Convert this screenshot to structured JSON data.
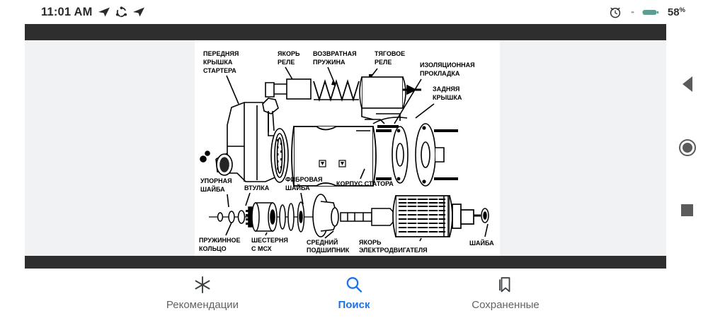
{
  "status_bar": {
    "time": "11:01 AM",
    "left_icons": [
      "send-icon",
      "share-nodes-icon",
      "send-icon"
    ],
    "alarm_icon": "alarm-clock-icon",
    "tiny_icon": "tiny-dot-icon",
    "battery_icon": "battery-icon",
    "battery_level": "58",
    "battery_sign": "%",
    "battery_color": "#5e9e92"
  },
  "app": {
    "background_color": "#f1f2f4",
    "bar_color": "#2e2e2e"
  },
  "diagram": {
    "title": "Starter motor exploded view",
    "labels": {
      "front_cover": "ПЕРЕДНЯЯ\nКРЫШКА\nСТАРТЕРА",
      "front_cover_l1": "ПЕРЕДНЯЯ",
      "front_cover_l2": "КРЫШКА",
      "front_cover_l3": "СТАРТЕРА",
      "relay_armature_l1": "ЯКОРЬ",
      "relay_armature_l2": "РЕЛЕ",
      "return_spring_l1": "ВОЗВРАТНАЯ",
      "return_spring_l2": "ПРУЖИНА",
      "traction_relay_l1": "ТЯГОВОЕ",
      "traction_relay_l2": "РЕЛЕ",
      "insulating_gasket_l1": "ИЗОЛЯЦИОННАЯ",
      "insulating_gasket_l2": "ПРОКЛАДКА",
      "rear_cover_l1": "ЗАДНЯЯ",
      "rear_cover_l2": "КРЫШКА",
      "thrust_washer_l1": "УПОРНАЯ",
      "thrust_washer_l2": "ШАЙБА",
      "bushing": "ВТУЛКА",
      "fiber_washer_l1": "ФИБРОВАЯ",
      "fiber_washer_l2": "ШАЙБА",
      "stator_housing": "КОРПУС СТАТОРА",
      "spring_ring_l1": "ПРУЖИННОЕ",
      "spring_ring_l2": "КОЛЬЦО",
      "gear_l1": "ШЕСТЕРНЯ",
      "gear_l2": "С МСХ",
      "middle_bearing_l1": "СРЕДНИЙ",
      "middle_bearing_l2": "ПОДШИПНИК",
      "motor_armature_l1": "ЯКОРЬ",
      "motor_armature_l2": "ЭЛЕКТРОДВИГАТЕЛЯ",
      "washer": "ШАЙБА"
    }
  },
  "bottom_nav": {
    "active_color": "#1a73e8",
    "inactive_color": "#5f6368",
    "items": [
      {
        "label": "Рекомендации",
        "icon": "asterisk-icon",
        "active": false
      },
      {
        "label": "Поиск",
        "icon": "search-icon",
        "active": true
      },
      {
        "label": "Сохраненные",
        "icon": "bookmark-icon",
        "active": false
      }
    ]
  },
  "android_nav": {
    "back": "back-triangle-icon",
    "home": "home-circle-icon",
    "recents": "recents-square-icon"
  }
}
